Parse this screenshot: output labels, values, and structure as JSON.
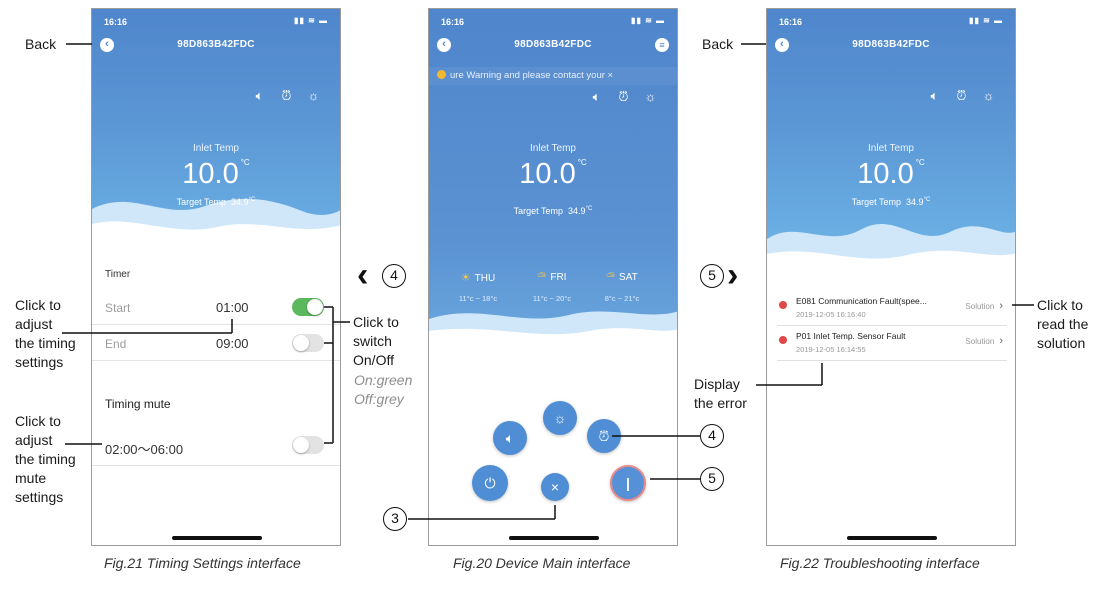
{
  "status_time": "16:16",
  "device_id": "98D863B42FDC",
  "inlet_label": "Inlet Temp",
  "inlet_temp": "10.0",
  "temp_unit": "°C",
  "target_label": "Target Temp",
  "target_temp": "34.9",
  "timing_screen": {
    "timer_title": "Timer",
    "start_label": "Start",
    "start_time": "01:00",
    "start_on": true,
    "end_label": "End",
    "end_time": "09:00",
    "end_on": false,
    "mute_title": "Timing mute",
    "mute_range": "02:00～06:00",
    "mute_on": false,
    "caption": "Fig.21 Timing Settings interface"
  },
  "main_screen": {
    "warning_text": "ure Warning and please contact your",
    "forecast": [
      {
        "day": "THU",
        "range": "11°c ~ 18°c",
        "icon": "sun-icon"
      },
      {
        "day": "FRI",
        "range": "11°c ~ 20°c",
        "icon": "partly-cloudy-icon"
      },
      {
        "day": "SAT",
        "range": "8°c ~ 21°c",
        "icon": "partly-cloudy-icon"
      }
    ],
    "caption": "Fig.20 Device Main interface"
  },
  "trouble_screen": {
    "faults": [
      {
        "title": "E081 Communication Fault(spee...",
        "time": "2019-12-05 16:16:40",
        "action": "Solution"
      },
      {
        "title": "P01 Inlet Temp. Sensor Fault",
        "time": "2019-12-05 16:14:55",
        "action": "Solution"
      }
    ],
    "caption": "Fig.22 Troubleshooting interface"
  },
  "annotations": {
    "back": "Back",
    "adjust_timing": [
      "Click to",
      "adjust",
      "the timing",
      "settings"
    ],
    "adjust_mute": [
      "Click to",
      "adjust",
      "the timing",
      "mute",
      "settings"
    ],
    "switch": [
      "Click to",
      "switch",
      "On/Off"
    ],
    "on_note": "On:green",
    "off_note": "Off:grey",
    "read_solution": [
      "Click to",
      "read the",
      "solution"
    ],
    "display_error": [
      "Display",
      "the error"
    ],
    "num_3": "3",
    "num_4": "4",
    "num_5": "5"
  }
}
